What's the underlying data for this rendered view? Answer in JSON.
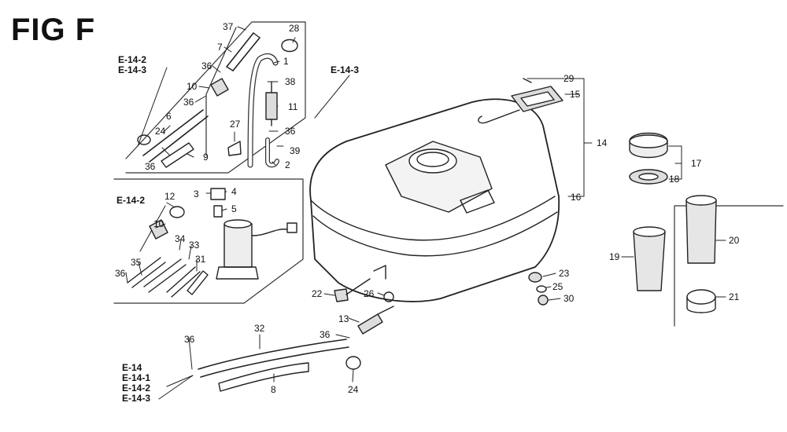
{
  "title": "FIG F",
  "references": {
    "top_left": [
      "E-14-2",
      "E-14-3"
    ],
    "tank": "E-14-3",
    "pump": "E-14-2",
    "bottom": [
      "E-14",
      "E-14-1",
      "E-14-2",
      "E-14-3"
    ]
  },
  "part_numbers": {
    "p1": "1",
    "p2": "2",
    "p3": "3",
    "p4": "4",
    "p5": "5",
    "p6": "6",
    "p7": "7",
    "p8": "8",
    "p9": "9",
    "p10": "10",
    "p10b": "10",
    "p11": "11",
    "p12": "12",
    "p13": "13",
    "p14": "14",
    "p15": "15",
    "p16": "16",
    "p17": "17",
    "p18": "18",
    "p19": "19",
    "p20": "20",
    "p21": "21",
    "p22": "22",
    "p23": "23",
    "p24": "24",
    "p24b": "24",
    "p25": "25",
    "p26": "26",
    "p27": "27",
    "p28": "28",
    "p29": "29",
    "p30": "30",
    "p31": "31",
    "p32": "32",
    "p33": "33",
    "p34": "34",
    "p35": "35",
    "p36a": "36",
    "p36b": "36",
    "p36c": "36",
    "p36d": "36",
    "p36e": "36",
    "p36f": "36",
    "p37": "37",
    "p38": "38",
    "p39": "39"
  }
}
